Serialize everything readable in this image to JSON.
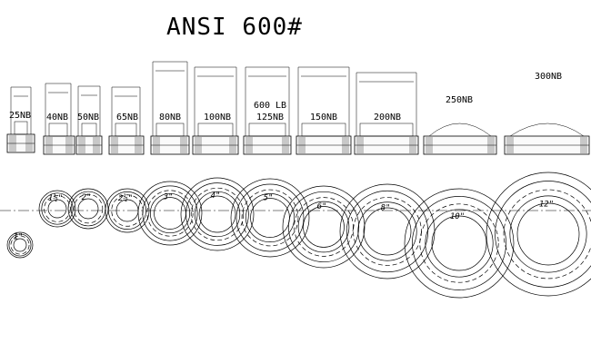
{
  "title": "ANSI 600#",
  "sizes": [
    {
      "nb": "25NB",
      "inch": "1\""
    },
    {
      "nb": "40NB",
      "inch": "1½\""
    },
    {
      "nb": "50NB",
      "inch": "2\""
    },
    {
      "nb": "65NB",
      "inch": "2½\""
    },
    {
      "nb": "80NB",
      "inch": "3\""
    },
    {
      "nb": "100NB",
      "inch": "4\""
    },
    {
      "nb": "125NB",
      "inch": "5\"",
      "note": "600 LB"
    },
    {
      "nb": "150NB",
      "inch": "6\""
    },
    {
      "nb": "200NB",
      "inch": "8\""
    },
    {
      "nb": "250NB",
      "inch": "10\""
    },
    {
      "nb": "300NB",
      "inch": "12\""
    }
  ]
}
